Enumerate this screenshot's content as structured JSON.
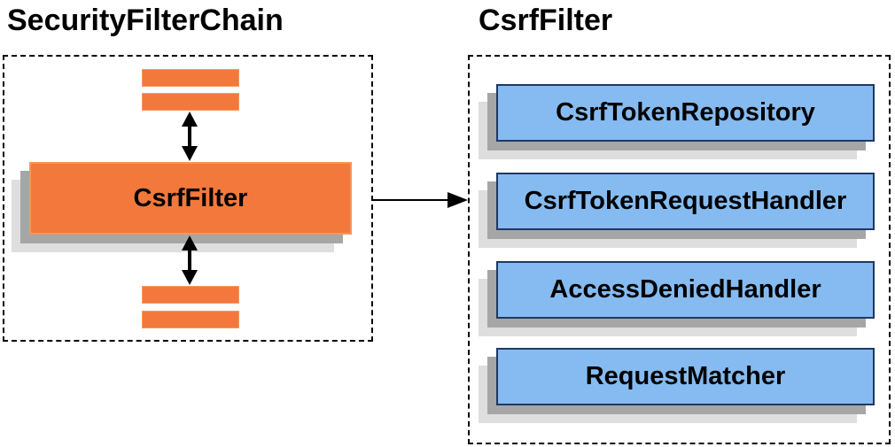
{
  "left_panel": {
    "title": "SecurityFilterChain",
    "filter_box_label": "CsrfFilter"
  },
  "right_panel": {
    "title": "CsrfFilter",
    "components": [
      "CsrfTokenRepository",
      "CsrfTokenRequestHandler",
      "AccessDeniedHandler",
      "RequestMatcher"
    ]
  },
  "icons": {
    "vertical_connector": "bidirectional-arrow-icon",
    "panel_connector": "arrow-right-icon"
  },
  "colors": {
    "orange_fill": "#F2793B",
    "orange_border": "#F5975F",
    "blue_fill": "#85BBF0",
    "blue_border": "#1F3864",
    "shadow_dark": "#A6A6A6",
    "shadow_light": "#DEDEDE",
    "arrow_color": "#000000",
    "dashed_border": "#000000",
    "title_color": "#000000"
  }
}
